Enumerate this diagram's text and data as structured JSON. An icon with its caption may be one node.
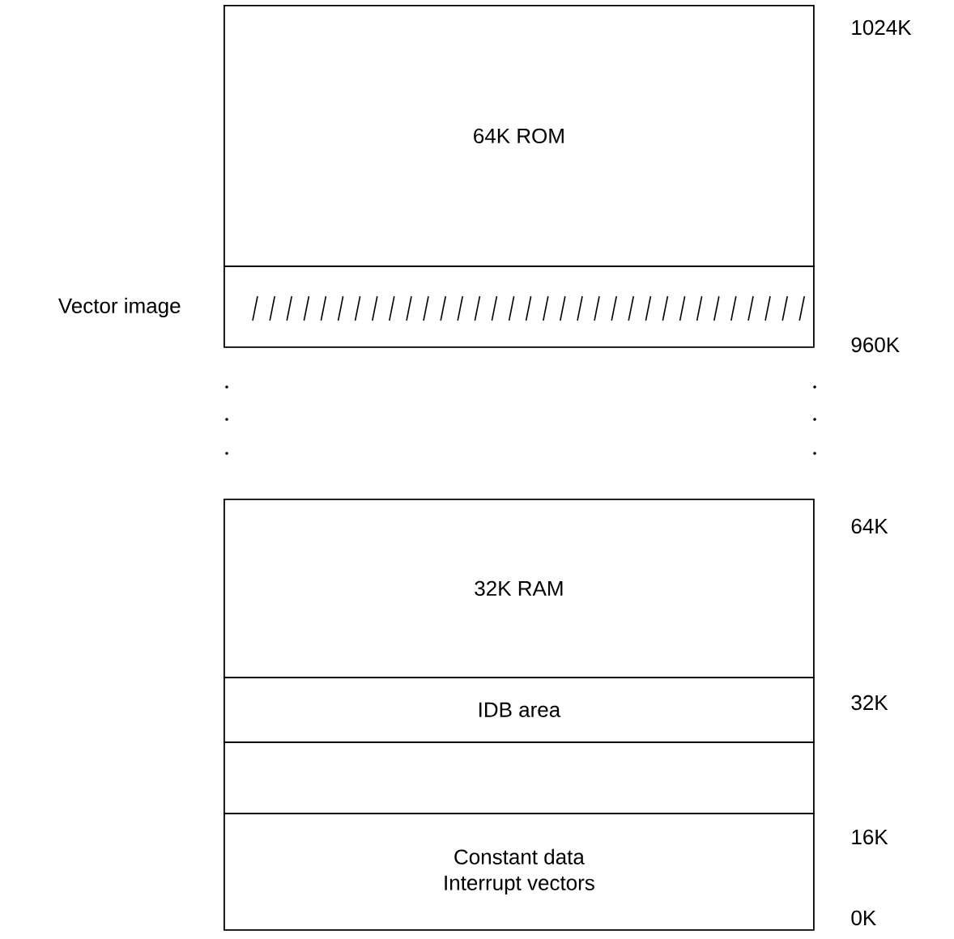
{
  "diagram": {
    "nodes": [
      {
        "text": [
          "64K ROM"
        ]
      },
      {
        "text": [],
        "shape": "box",
        "beside": [
          "Vector image"
        ]
      },
      {
        "text": [
          "32K RAM"
        ]
      },
      {
        "text": [
          "IDB area"
        ]
      },
      {
        "text": [],
        "shape": "box"
      },
      {
        "text": [
          "Constant data",
          "Interrupt vectors"
        ]
      }
    ],
    "labels": [
      "1024K",
      "960K",
      "64K",
      "32K",
      "16K",
      "0K"
    ]
  }
}
